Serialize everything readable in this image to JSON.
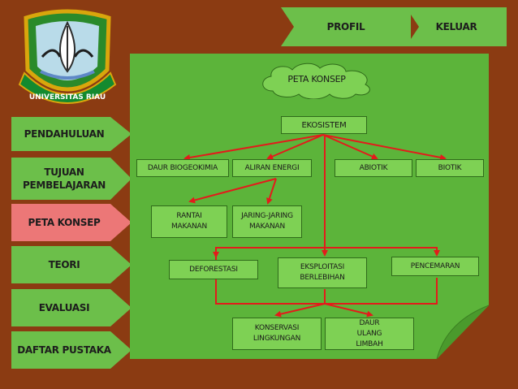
{
  "header": {
    "profil_label": "PROFIL",
    "keluar_label": "KELUAR"
  },
  "logo": {
    "ring_text": "UNIVERSITAS RIAU"
  },
  "sidebar": {
    "items": [
      {
        "label": "PENDAHULUAN"
      },
      {
        "label": "TUJUAN PEMBELAJARAN"
      },
      {
        "label": "PETA KONSEP"
      },
      {
        "label": "TEORI"
      },
      {
        "label": "EVALUASI"
      },
      {
        "label": "DAFTAR PUSTAKA"
      }
    ],
    "active_index": 2
  },
  "map": {
    "title": "PETA KONSEP",
    "nodes": {
      "ekosistem": "EKOSISTEM",
      "daur": "DAUR BIOGEOKIMIA",
      "aliran": "ALIRAN ENERGI",
      "abiotik": "ABIOTIK",
      "biotik": "BIOTIK",
      "rantai": "RANTAI MAKANAN",
      "jaring": "JARING-JARING MAKANAN",
      "deforestasi": "DEFORESTASI",
      "eksploitasi": "EKSPLOITASI BERLEBIHAN",
      "pencemaran": "PENCEMARAN",
      "konservasi": "KONSERVASI LINGKUNGAN",
      "daur_ulang": "DAUR ULANG LIMBAH"
    }
  },
  "colors": {
    "background": "#8b3b12",
    "button_green": "#6cbf4a",
    "active_button": "#ec7777",
    "panel": "#5cb43a",
    "arrow": "#e31b1b"
  }
}
